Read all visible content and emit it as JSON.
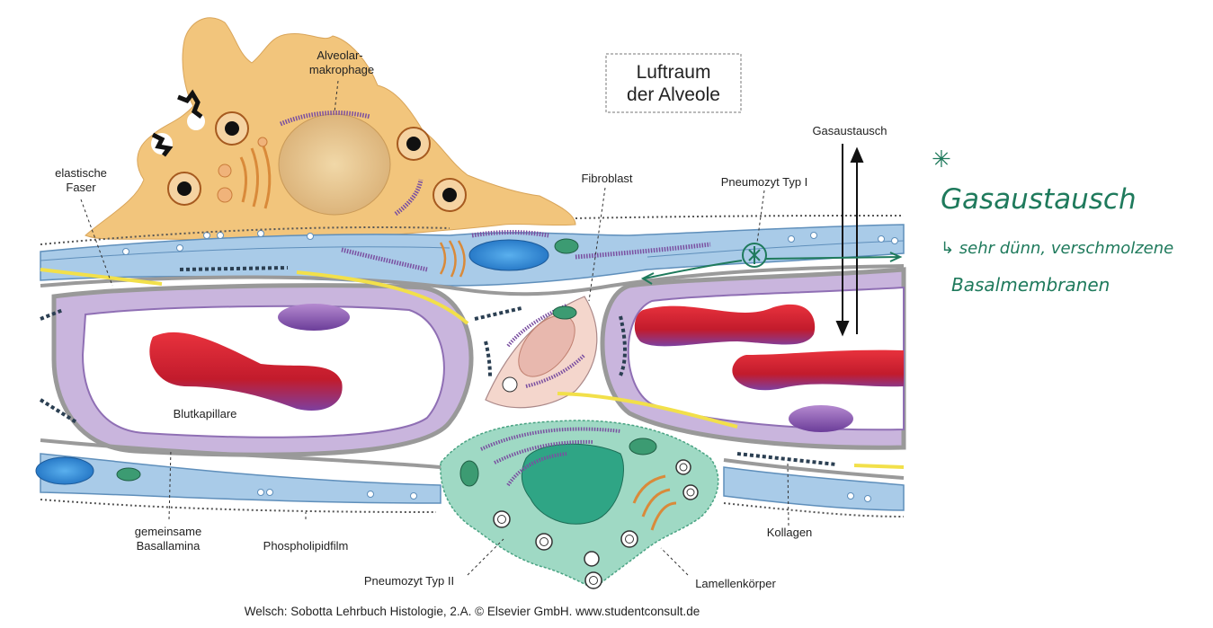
{
  "labels": {
    "air_space_line1": "Luftraum",
    "air_space_line2": "der Alveole",
    "macrophage_line1": "Alveolar-",
    "macrophage_line2": "makrophage",
    "elastic_line1": "elastische",
    "elastic_line2": "Faser",
    "fibroblast": "Fibroblast",
    "pneumocyte1": "Pneumozyt Typ I",
    "gas_exchange": "Gasaustausch",
    "capillary": "Blutkapillare",
    "basal_line1": "gemeinsame",
    "basal_line2": "Basallamina",
    "phospholipid": "Phospholipidfilm",
    "pneumocyte2": "Pneumozyt Typ II",
    "lamellar": "Lamellenkörper",
    "collagen": "Kollagen"
  },
  "credit": "Welsch: Sobotta Lehrbuch Histologie, 2.A. © Elsevier GmbH. www.studentconsult.de",
  "annotation": {
    "symbol": "✳",
    "title": "Gasaustausch",
    "line1": "↳ sehr dünn, verschmolzene",
    "line2": "Basalmembranen"
  },
  "colors": {
    "macrophage": "#f2c57c",
    "epithelium": "#a9cbe8",
    "capillary_wall": "#c9b5dd",
    "erythrocyte": "#d8232f",
    "nucleus_blue": "#2a7fcf",
    "pneumocyte2": "#9fd9c4",
    "elastic_fiber": "#f2e04a",
    "annotation_green": "#1f7a5c"
  }
}
